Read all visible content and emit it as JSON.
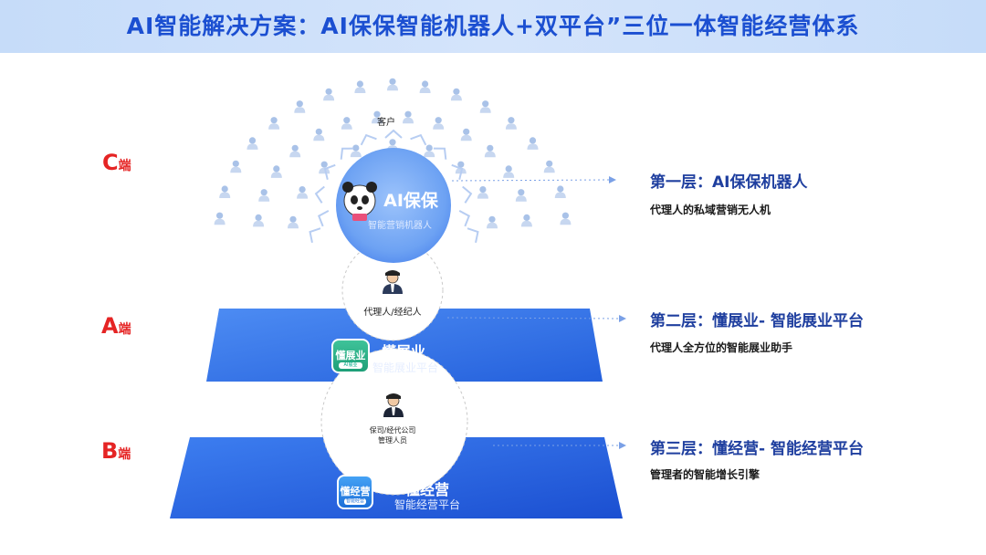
{
  "header": {
    "title": "AI智能解决方案：AI保保智能机器人+双平台”三位一体智能经营体系"
  },
  "tiers": [
    {
      "letter": "C",
      "suffix": "端"
    },
    {
      "letter": "A",
      "suffix": "端"
    },
    {
      "letter": "B",
      "suffix": "端"
    }
  ],
  "customer_label": "客户",
  "robot": {
    "name": "AI保保",
    "subtitle": "智能营销机器人"
  },
  "agent_label": "代理人/经纪人",
  "manager_label_line1": "保司/经代公司",
  "manager_label_line2": "管理人员",
  "platform_a": {
    "icon_text": "懂展业",
    "icon_chip": "AI展业",
    "name": "懂展业",
    "subtitle": "智能展业平台"
  },
  "platform_b": {
    "icon_text": "懂经营",
    "icon_chip": "智能经营",
    "name": "懂经营",
    "subtitle": "智能经营平台"
  },
  "layers": [
    {
      "title": "第一层：AI保保机器人",
      "desc": "代理人的私域营销无人机"
    },
    {
      "title": "第二层：懂展业- 智能展业平台",
      "desc": "代理人全方位的智能展业助手"
    },
    {
      "title": "第三层：懂经营- 智能经营平台",
      "desc": "管理者的智能增长引擎"
    }
  ],
  "colors": {
    "accent": "#1b4fd1",
    "tier": "#e52424",
    "platform": "#2f6fe8"
  }
}
